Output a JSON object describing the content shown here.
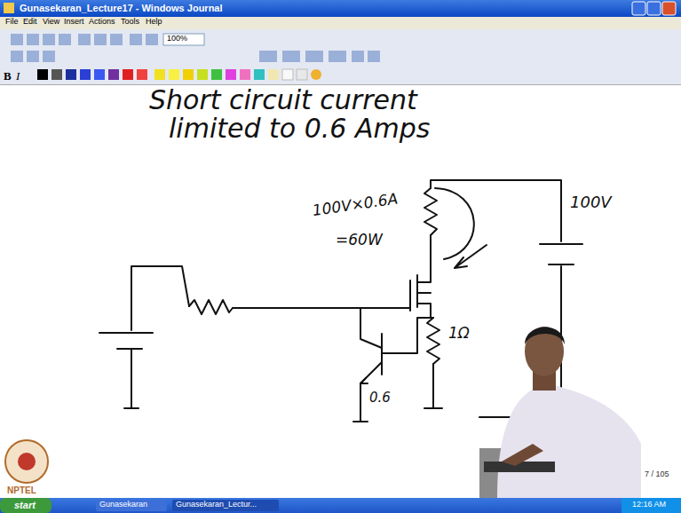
{
  "diagram": {
    "labels": [
      "Gunasekaran_Lecture17 - Windows Journal",
      "File",
      "Edit",
      "View",
      "Insert",
      "Actions",
      "Tools",
      "Help",
      "100%",
      "Short circuit current",
      "limited to 0.6 Amps",
      "100V×0.6A",
      "=60W",
      "100V",
      "1Ω",
      "0.6",
      "7 / 105",
      "NPTEL",
      "start",
      "Gunasekaran",
      "Gunasekaran_Lectur...",
      "12:16 AM"
    ]
  }
}
